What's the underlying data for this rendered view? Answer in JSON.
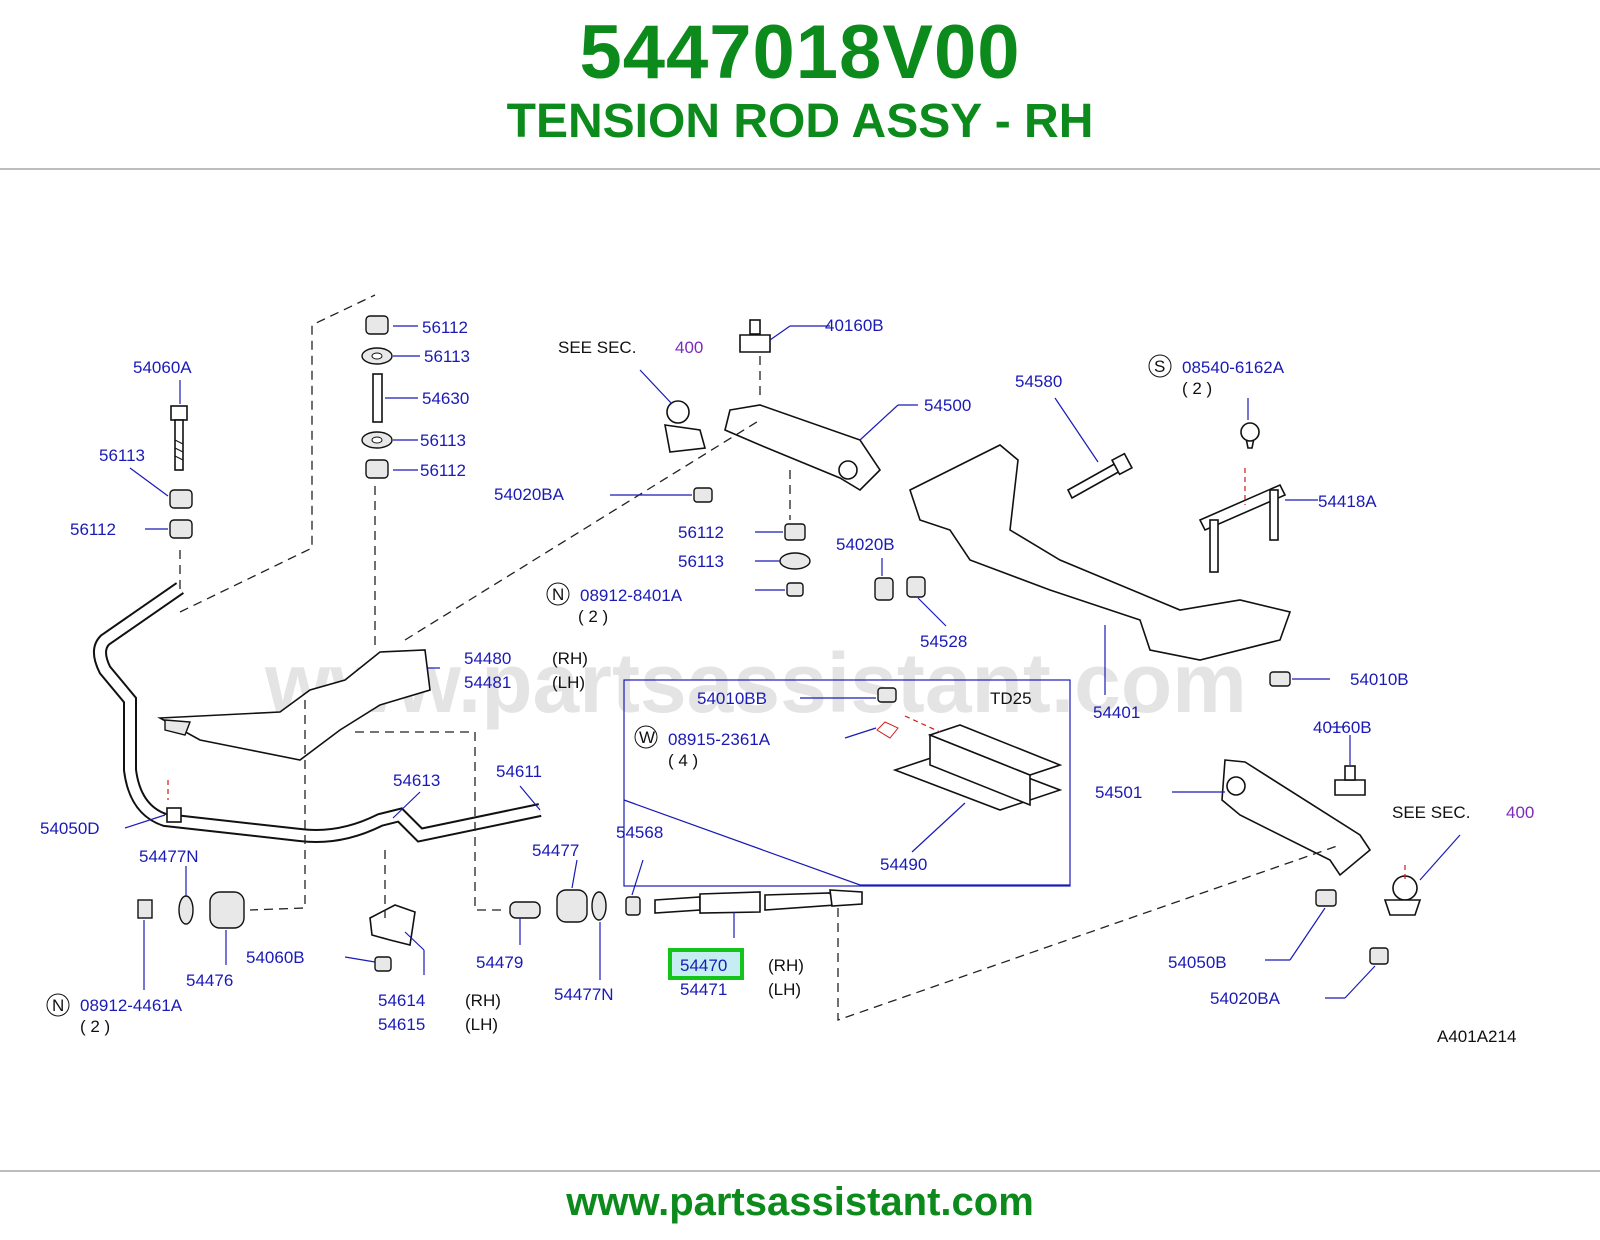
{
  "header": {
    "part_number": "5447018V00",
    "part_name": "TENSION ROD ASSY - RH"
  },
  "footer": {
    "url": "www.partsassistant.com"
  },
  "watermark": "www.partsassistant.com",
  "colors": {
    "brand_green": "#0c8a1c",
    "label_blue": "#1a1ab8",
    "section_purple": "#7a2bbf",
    "highlight_green": "#13c41a"
  },
  "diagram": {
    "code": "A401A214",
    "see_sec": {
      "text": "SEE  SEC.",
      "section": "400"
    },
    "td25": "TD25",
    "rh": "(RH)",
    "lh": "(LH)",
    "qty2": "(  2   )",
    "qty4": "(  4   )",
    "badge_s": "S",
    "badge_n": "N",
    "badge_w": "W",
    "highlighted": "54470",
    "labels": {
      "p56112_a": "56112",
      "p56113_a": "56113",
      "p54630": "54630",
      "p56113_b": "56113",
      "p56112_b": "56112",
      "p54060a": "54060A",
      "p56113_c": "56113",
      "p56112_c": "56112",
      "p40160b_a": "40160B",
      "p54500": "54500",
      "p54020ba_a": "54020BA",
      "p56112_d": "56112",
      "p56113_d": "56113",
      "p08912_8401a": "08912-8401A",
      "p54020b": "54020B",
      "p54528": "54528",
      "p54580": "54580",
      "p08540_6162a": "08540-6162A",
      "p54418a": "54418A",
      "p54401": "54401",
      "p54010b": "54010B",
      "p54480": "54480",
      "p54481": "54481",
      "p54010bb": "54010BB",
      "p08915_2361a": "08915-2361A",
      "p54490": "54490",
      "p54613": "54613",
      "p54611": "54611",
      "p54050d": "54050D",
      "p54477n_a": "54477N",
      "p54477": "54477",
      "p54568": "54568",
      "p54476": "54476",
      "p54060b": "54060B",
      "p54479": "54479",
      "p54477n_b": "54477N",
      "p54470": "54470",
      "p54471": "54471",
      "p54614": "54614",
      "p54615": "54615",
      "p08912_4461a": "08912-4461A",
      "p40160b_b": "40160B",
      "p54501": "54501",
      "p54050b": "54050B",
      "p54020ba_b": "54020BA"
    }
  }
}
